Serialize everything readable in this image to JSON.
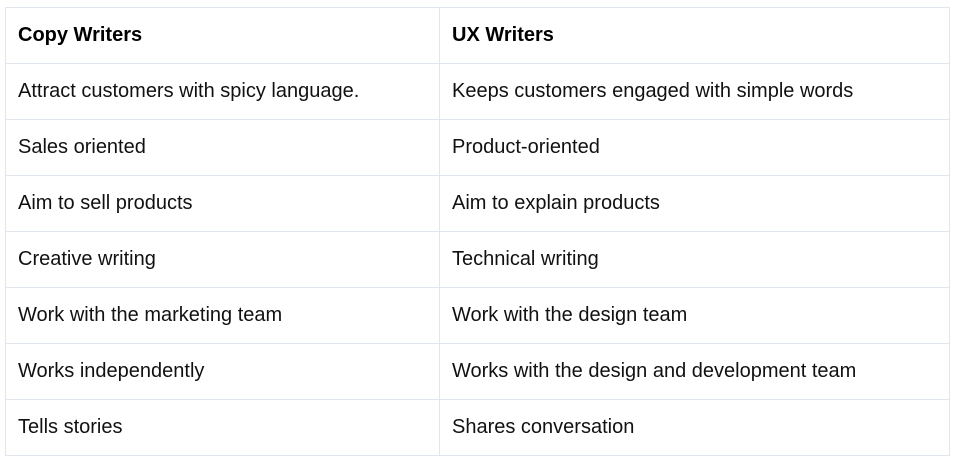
{
  "table": {
    "headers": [
      "Copy Writers",
      "UX Writers"
    ],
    "rows": [
      [
        "Attract customers with spicy language.",
        "Keeps customers engaged with simple words"
      ],
      [
        "Sales oriented",
        "Product-oriented"
      ],
      [
        "Aim to sell products",
        "Aim to explain products"
      ],
      [
        "Creative writing",
        "Technical writing"
      ],
      [
        "Work with the marketing team",
        "Work with the design team"
      ],
      [
        "Works independently",
        "Works with the design and development team"
      ],
      [
        "Tells stories",
        "Shares conversation"
      ]
    ]
  },
  "colors": {
    "border": "#dfe6ed",
    "text": "#111111",
    "background": "#ffffff"
  }
}
